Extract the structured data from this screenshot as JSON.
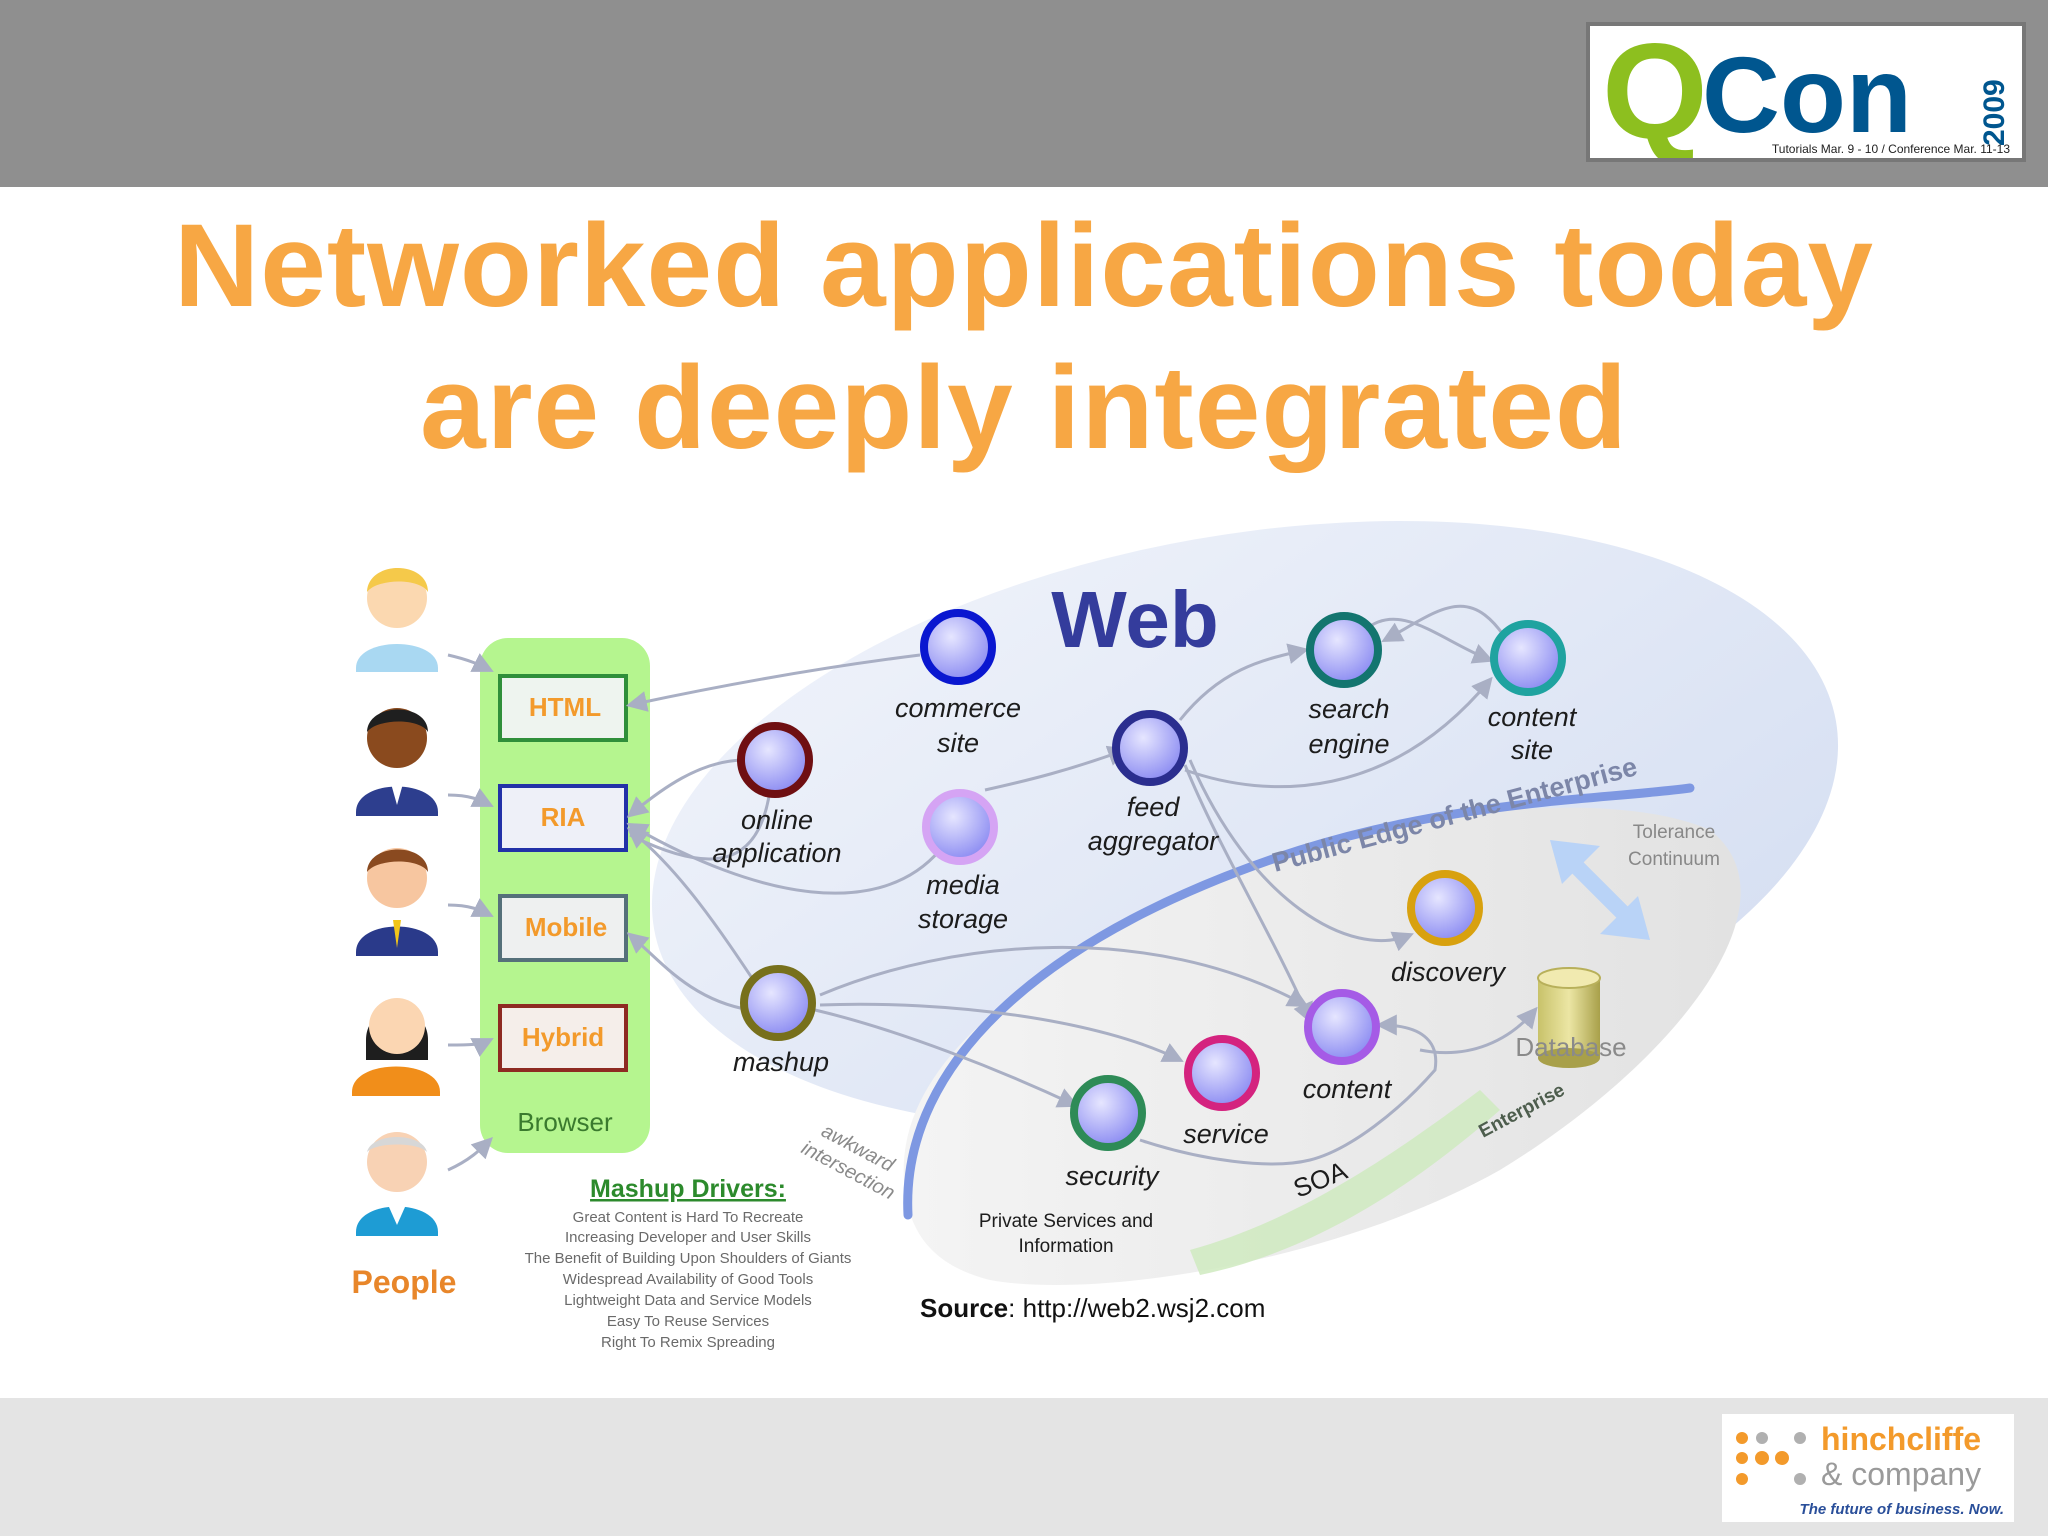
{
  "slide": {
    "title_line1": "Networked applications today",
    "title_line2": "are deeply integrated"
  },
  "logos": {
    "qcon_text": "QCon",
    "qcon_year": "2009",
    "qcon_dates": "Tutorials Mar. 9 - 10 / Conference Mar. 11-13",
    "hinchcliffe_line1": "hinchcliffe",
    "hinchcliffe_line2": "& company",
    "hinchcliffe_tagline": "The future of business. Now."
  },
  "diagram": {
    "web_label": "Web",
    "people_label": "People",
    "browser_label": "Browser",
    "browser_items": [
      "HTML",
      "RIA",
      "Mobile",
      "Hybrid"
    ],
    "nodes": {
      "commerce_site": [
        "commerce",
        "site"
      ],
      "online_application": [
        "online",
        "application"
      ],
      "media_storage": [
        "media",
        "storage"
      ],
      "feed_aggregator": [
        "feed",
        "aggregator"
      ],
      "search_engine": [
        "search",
        "engine"
      ],
      "content_site": [
        "content",
        "site"
      ],
      "mashup": [
        "mashup"
      ],
      "discovery": [
        "discovery"
      ],
      "content": [
        "content"
      ],
      "service": [
        "service"
      ],
      "security": [
        "security"
      ]
    },
    "database_label": "Database",
    "public_edge_label": "Public Edge of the Enterprise",
    "tolerance_label": [
      "Tolerance",
      "Continuum"
    ],
    "awkward_label": [
      "awkward",
      "intersection"
    ],
    "enterprise_label": "Enterprise",
    "soa_label": "SOA",
    "private_services_label": [
      "Private Services and",
      "Information"
    ],
    "mashup_drivers_title": "Mashup Drivers:",
    "mashup_drivers": [
      "Great Content is Hard To Recreate",
      "Increasing Developer and User Skills",
      "The Benefit of Building Upon Shoulders of Giants",
      "Widespread Availability of Good Tools",
      "Lightweight Data and Service Models",
      "Easy To Reuse Services",
      "Right To Remix Spreading"
    ],
    "source_bold": "Source",
    "source_rest": ": http://web2.wsj2.com"
  },
  "colors": {
    "title": "#f7a744",
    "topbar": "#8f8f8f",
    "bottombar": "#e4e4e4",
    "web_ellipse": "#dde4f3",
    "browser_panel": "#b5f58f",
    "web_text": "#343c9c",
    "people_text": "#e8862a"
  }
}
